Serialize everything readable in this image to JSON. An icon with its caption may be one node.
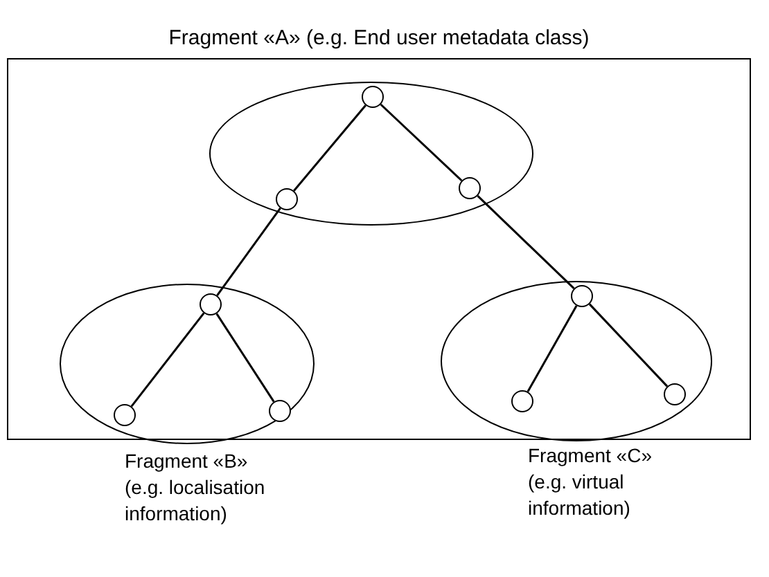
{
  "diagram": {
    "nodes": [
      {
        "text": [
          "Fragment «A» (e.g. End user metadata class)"
        ]
      },
      {
        "text": [],
        "shape": "ellipse",
        "in": 0
      },
      {
        "text": [],
        "shape": "circle",
        "in": 1
      },
      {
        "text": [],
        "shape": "circle",
        "in": 1
      },
      {
        "text": [],
        "shape": "circle",
        "in": 1
      },
      {
        "text": [],
        "shape": "ellipse",
        "in": 0,
        "beside": [
          "Fragment «B»",
          "(e.g. localisation information)"
        ]
      },
      {
        "text": [],
        "shape": "circle",
        "in": 5
      },
      {
        "text": [],
        "shape": "circle",
        "in": 5
      },
      {
        "text": [],
        "shape": "circle",
        "in": 5
      },
      {
        "text": [],
        "shape": "ellipse",
        "in": 0,
        "beside": [
          "Fragment «C»",
          "(e.g. virtual information)"
        ]
      },
      {
        "text": [],
        "shape": "circle",
        "in": 9
      },
      {
        "text": [],
        "shape": "circle",
        "in": 9
      },
      {
        "text": [],
        "shape": "circle",
        "in": 9
      }
    ],
    "edges": [
      {
        "from": 2,
        "to": 3,
        "arrow": "none"
      },
      {
        "from": 2,
        "to": 4,
        "arrow": "none"
      },
      {
        "from": 3,
        "to": 6,
        "arrow": "none"
      },
      {
        "from": 4,
        "to": 10,
        "arrow": "none"
      },
      {
        "from": 6,
        "to": 7,
        "arrow": "none"
      },
      {
        "from": 6,
        "to": 8,
        "arrow": "none"
      },
      {
        "from": 10,
        "to": 11,
        "arrow": "none"
      },
      {
        "from": 10,
        "to": 12,
        "arrow": "none"
      }
    ]
  }
}
